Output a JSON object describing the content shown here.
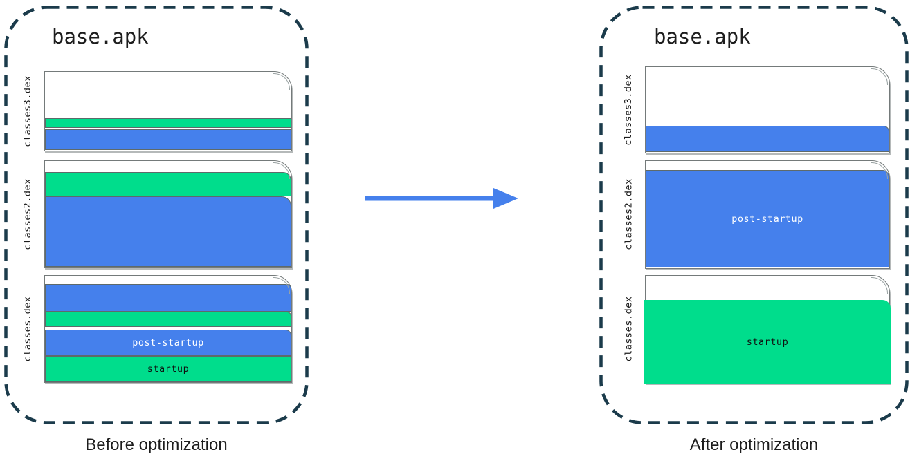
{
  "colors": {
    "blue": "#4580EC",
    "green": "#00DD8C",
    "outline": "#1B3B4B",
    "page_border": "#747A7A",
    "segment_border": "#5E6A6A",
    "arrow": "#4580EC"
  },
  "before": {
    "title": "base.apk",
    "caption": "Before optimization",
    "files": [
      {
        "name": "classes3.dex",
        "segments": [
          {
            "color": "white",
            "h": 67
          },
          {
            "color": "green",
            "h": 14
          },
          {
            "color": "white",
            "h": 2
          },
          {
            "color": "blue",
            "h": 30
          }
        ]
      },
      {
        "name": "classes2.dex",
        "segments": [
          {
            "color": "white",
            "h": 16
          },
          {
            "color": "green",
            "h": 35,
            "r": 12
          },
          {
            "color": "blue",
            "h": 102,
            "r": 14
          }
        ]
      },
      {
        "name": "classes.dex",
        "segments": [
          {
            "color": "white",
            "h": 12
          },
          {
            "color": "blue",
            "h": 40,
            "r": 6
          },
          {
            "color": "green",
            "h": 22,
            "r": 6
          },
          {
            "color": "white",
            "h": 4
          },
          {
            "color": "blue",
            "h": 38,
            "r": 8,
            "label": "post-startup",
            "text_color": "#FFFFFF"
          },
          {
            "color": "green",
            "h": 37,
            "label": "startup",
            "text_color": "#101010"
          }
        ]
      }
    ]
  },
  "after": {
    "title": "base.apk",
    "caption": "After optimization",
    "files": [
      {
        "name": "classes3.dex",
        "segments": [
          {
            "color": "white",
            "h": 85
          },
          {
            "color": "blue",
            "h": 38,
            "r": 8
          }
        ]
      },
      {
        "name": "classes2.dex",
        "segments": [
          {
            "color": "white",
            "h": 13
          },
          {
            "color": "blue",
            "h": 141,
            "r": 10,
            "label": "post-startup",
            "text_color": "#FFFFFF"
          }
        ]
      },
      {
        "name": "classes.dex",
        "segments": [
          {
            "color": "white",
            "h": 35
          },
          {
            "color": "green",
            "h": 121,
            "r": 12,
            "label": "startup",
            "text_color": "#101010",
            "borderless": true,
            "bleed": true
          }
        ]
      }
    ]
  }
}
